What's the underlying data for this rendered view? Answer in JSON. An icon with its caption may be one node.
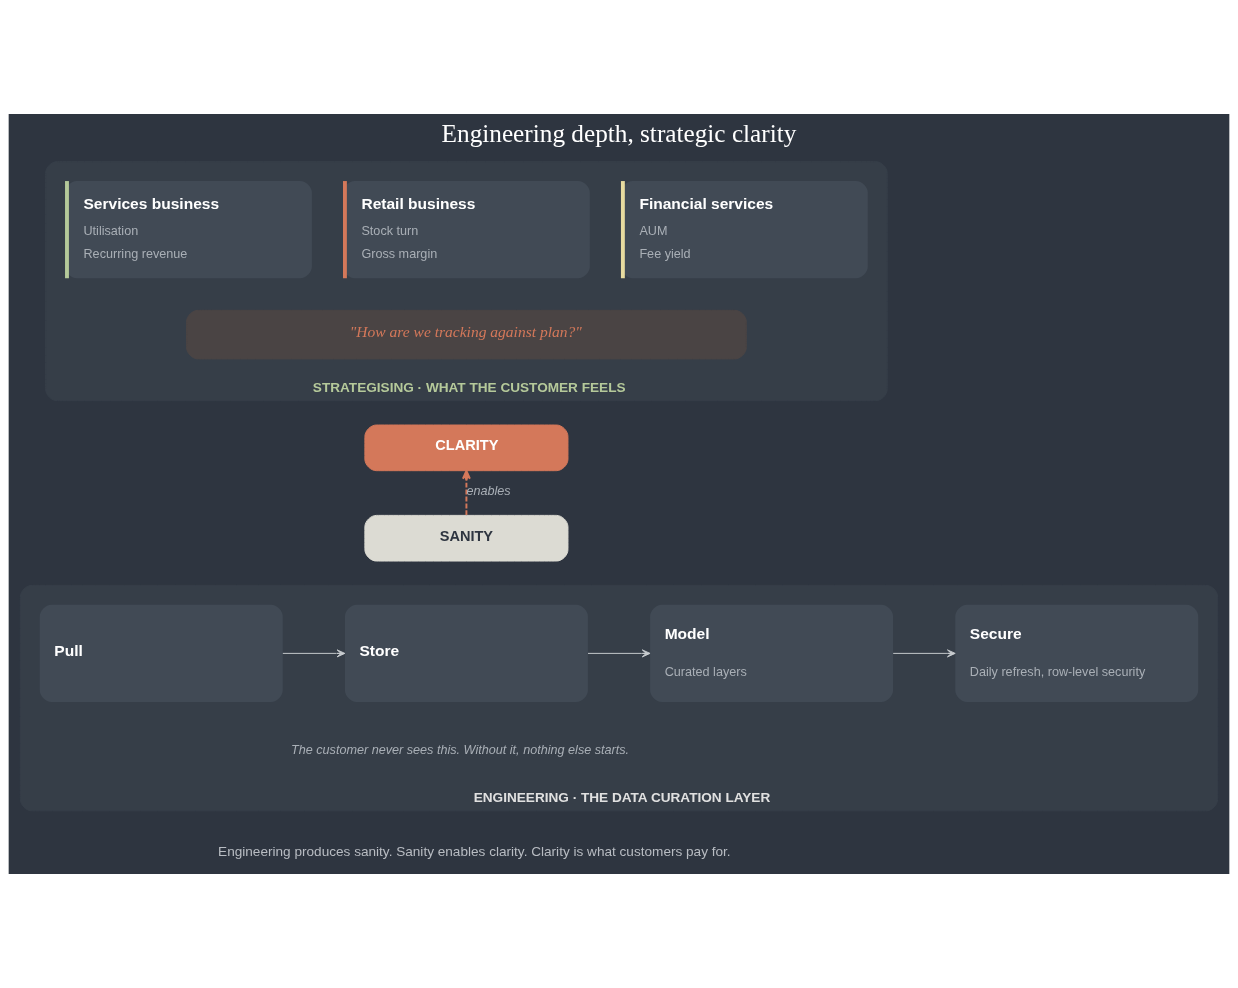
{
  "diagram": {
    "title": "Engineering depth, strategic clarity",
    "caption": "Engineering produces sanity. Sanity enables clarity. Clarity is what customers pay for.",
    "nodes": [
      {
        "text": [
          "STRATEGISING · WHAT THE CUSTOMER FEELS"
        ]
      },
      {
        "text": [
          "Services business",
          "Utilisation",
          "Recurring revenue"
        ],
        "in": 0
      },
      {
        "text": [
          "Retail business",
          "Stock turn",
          "Gross margin"
        ],
        "in": 0
      },
      {
        "text": [
          "Financial services",
          "AUM",
          "Fee yield"
        ],
        "in": 0
      },
      {
        "text": [
          "\"How are we tracking against plan?\""
        ],
        "in": 0
      },
      {
        "text": [
          "CLARITY"
        ]
      },
      {
        "text": [
          "SANITY"
        ]
      },
      {
        "text": [
          "ENGINEERING · THE DATA CURATION LAYER"
        ]
      },
      {
        "text": [
          "Pull"
        ],
        "in": 7
      },
      {
        "text": [
          "Store"
        ],
        "in": 7
      },
      {
        "text": [
          "Model",
          "Curated layers"
        ],
        "in": 7
      },
      {
        "text": [
          "Secure",
          "Daily refresh, row-level security"
        ],
        "in": 7
      }
    ],
    "edges": [
      {
        "from": 6,
        "to": 5,
        "arrow": "to",
        "label": "enables",
        "style": "dashed",
        "color": "#d4785a"
      },
      {
        "from": 8,
        "to": 9,
        "arrow": "to"
      },
      {
        "from": 9,
        "to": 10,
        "arrow": "to"
      },
      {
        "from": 10,
        "to": 11,
        "arrow": "to"
      }
    ],
    "labels": [
      "The customer never sees this. Without it, nothing else starts."
    ]
  }
}
